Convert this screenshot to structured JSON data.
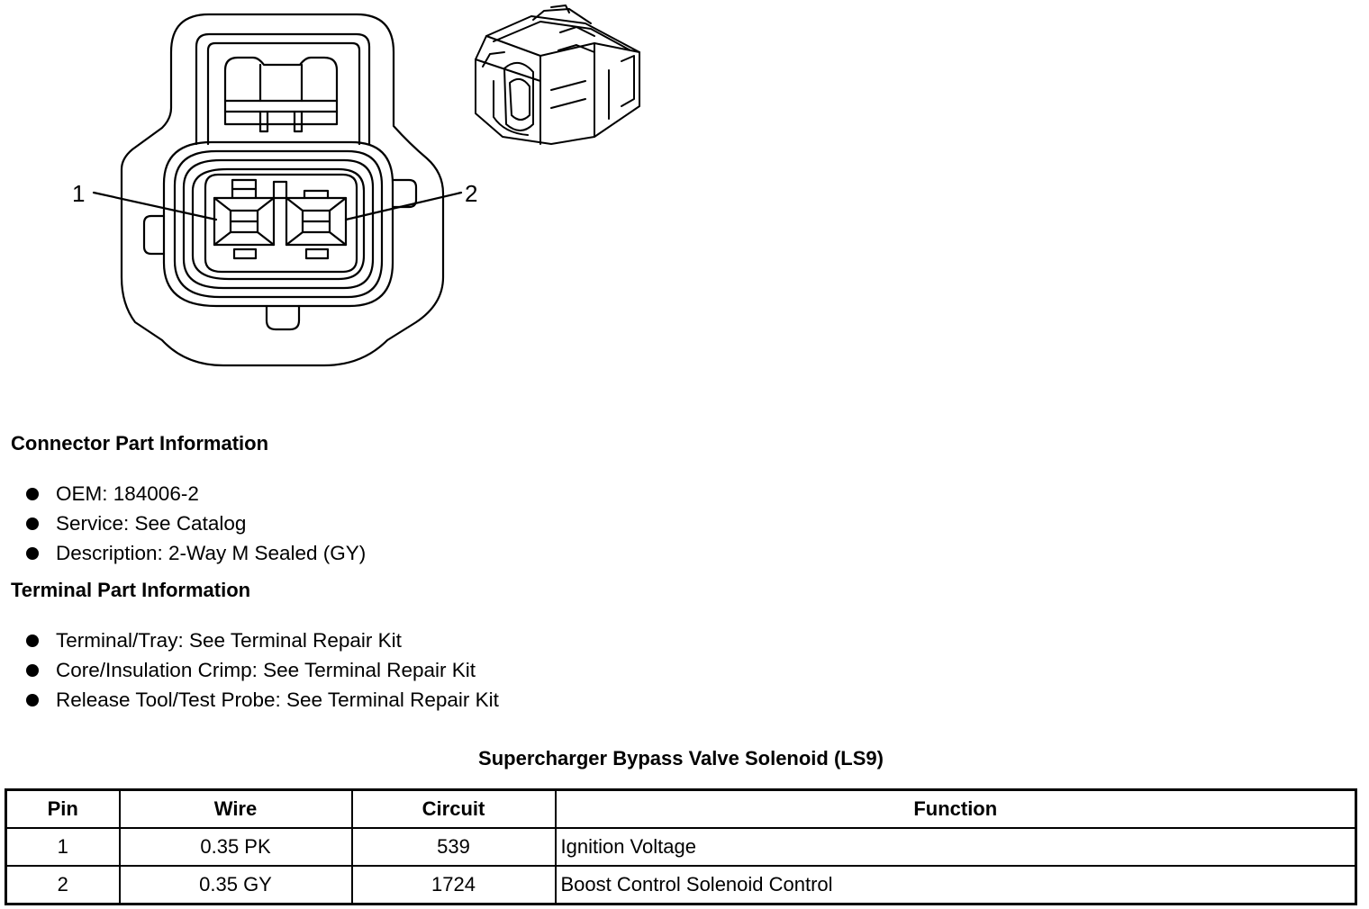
{
  "figure": {
    "callouts": [
      "1",
      "2"
    ]
  },
  "connector_info": {
    "title": "Connector Part Information",
    "items": [
      "OEM: 184006-2",
      "Service: See Catalog",
      "Description: 2-Way M Sealed (GY)"
    ]
  },
  "terminal_info": {
    "title": "Terminal Part Information",
    "items": [
      "Terminal/Tray: See Terminal Repair Kit",
      "Core/Insulation Crimp: See Terminal Repair Kit",
      "Release Tool/Test Probe: See Terminal Repair Kit"
    ]
  },
  "table": {
    "title": "Supercharger Bypass Valve Solenoid (LS9)",
    "headers": [
      "Pin",
      "Wire",
      "Circuit",
      "Function"
    ],
    "rows": [
      [
        "1",
        "0.35 PK",
        "539",
        "Ignition Voltage"
      ],
      [
        "2",
        "0.35 GY",
        "1724",
        "Boost Control Solenoid Control"
      ]
    ]
  }
}
